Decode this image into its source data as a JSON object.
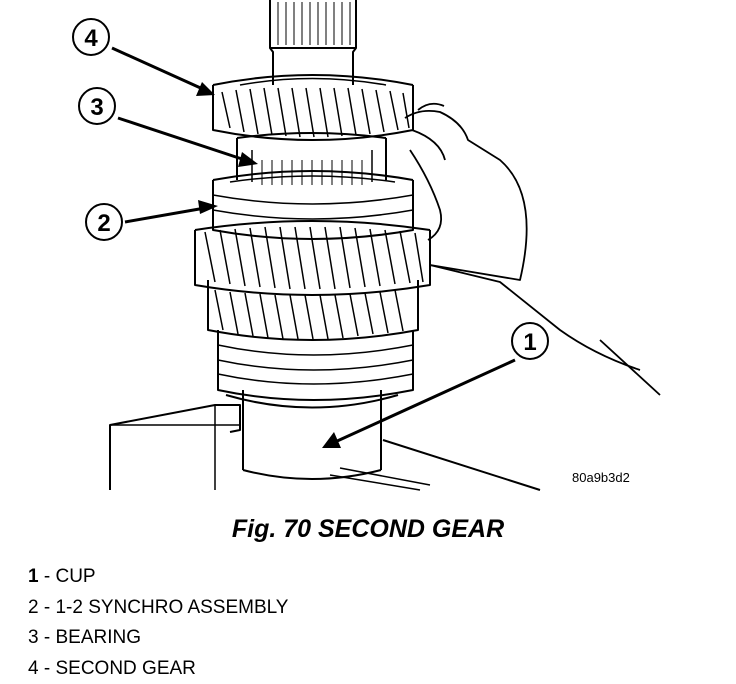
{
  "figure": {
    "caption": "Fig. 70 SECOND GEAR",
    "reference_code": "80a9b3d2",
    "callouts": [
      {
        "number": "1",
        "label": "CUP"
      },
      {
        "number": "2",
        "label": "1-2 SYNCHRO ASSEMBLY"
      },
      {
        "number": "3",
        "label": "BEARING"
      },
      {
        "number": "4",
        "label": "SECOND GEAR"
      }
    ],
    "legend_separator": " - "
  },
  "colors": {
    "line": "#000000",
    "background": "#ffffff"
  }
}
